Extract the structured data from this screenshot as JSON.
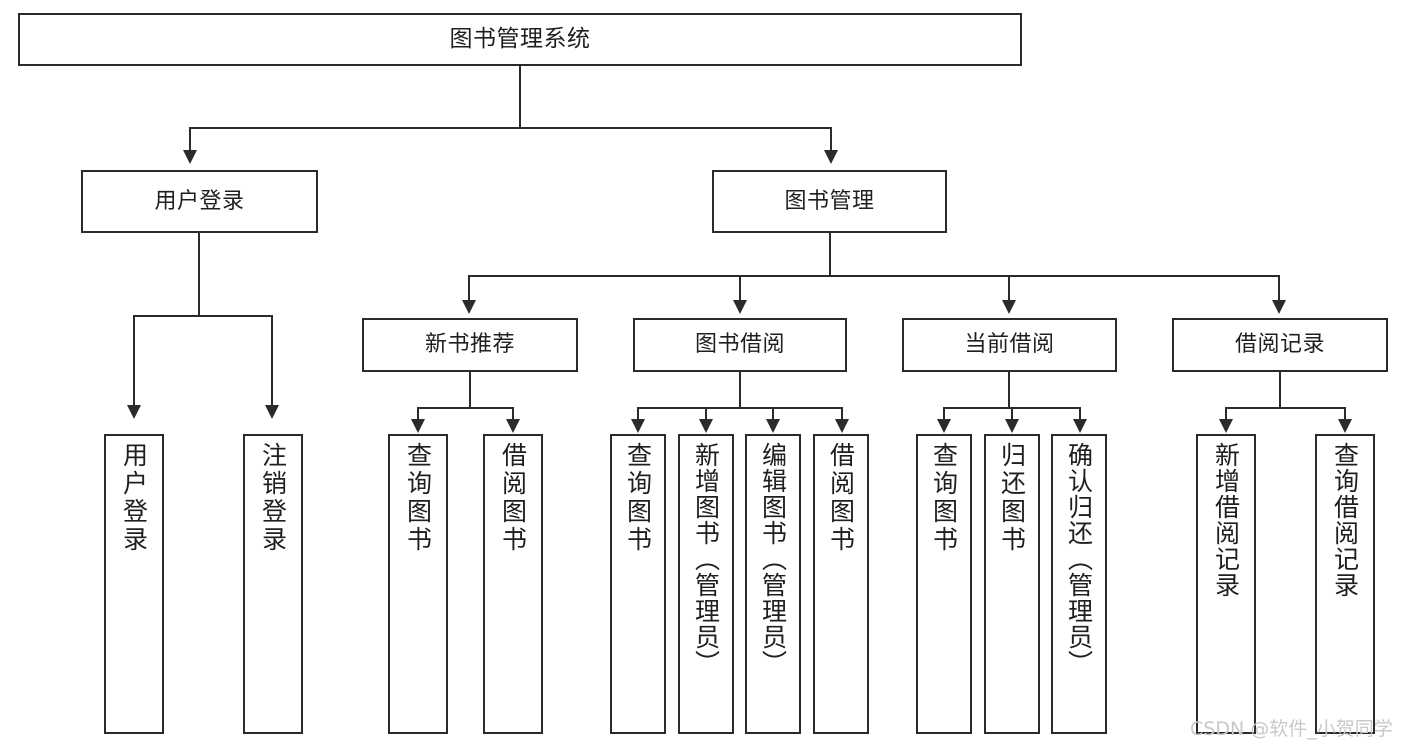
{
  "diagram": {
    "type": "tree",
    "title": "图书管理系统",
    "root": {
      "label": "图书管理系统"
    },
    "level1": [
      {
        "label": "用户登录"
      },
      {
        "label": "图书管理"
      }
    ],
    "level2": [
      {
        "label": "新书推荐"
      },
      {
        "label": "图书借阅"
      },
      {
        "label": "当前借阅"
      },
      {
        "label": "借阅记录"
      }
    ],
    "leaves": {
      "user_login": [
        {
          "label": "用户登录"
        },
        {
          "label": "注销登录"
        }
      ],
      "new_book_recommend": [
        {
          "label": "查询图书"
        },
        {
          "label": "借阅图书"
        }
      ],
      "book_borrow": [
        {
          "label": "查询图书"
        },
        {
          "label": "新增图书（管理员）"
        },
        {
          "label": "编辑图书（管理员）"
        },
        {
          "label": "借阅图书"
        }
      ],
      "current_borrow": [
        {
          "label": "查询图书"
        },
        {
          "label": "归还图书"
        },
        {
          "label": "确认归还（管理员）"
        }
      ],
      "borrow_record": [
        {
          "label": "新增借阅记录"
        },
        {
          "label": "查询借阅记录"
        }
      ]
    }
  },
  "watermark": {
    "text": "CSDN @软件_小贺同学"
  },
  "colors": {
    "stroke": "#2b2b2b",
    "fill": "#ffffff",
    "text": "#1f1f1f",
    "watermark": "#c9c9c9"
  }
}
